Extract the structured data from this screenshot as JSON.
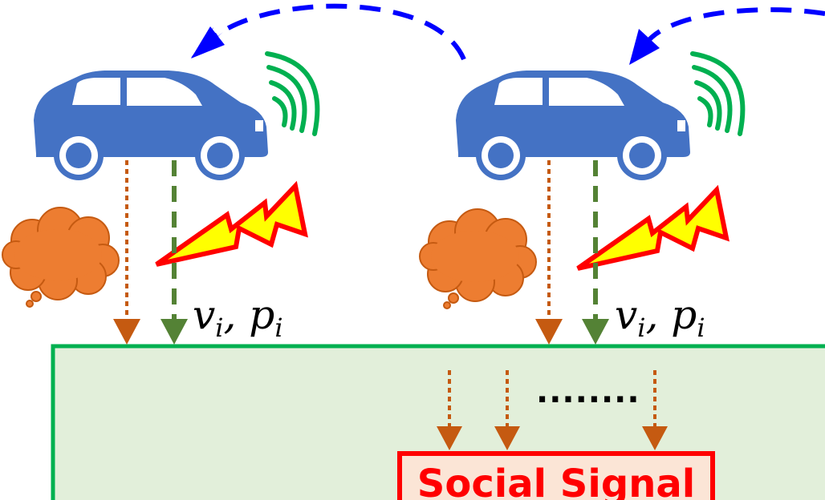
{
  "labels": {
    "vehicle_1_signal": "v_i, p_i",
    "vehicle_2_signal": "v_i, p_i",
    "ellipsis": "........",
    "social_signal": "Social Signal"
  },
  "formula_parts": {
    "v": "v",
    "p": "p",
    "i": "i",
    "comma": ","
  },
  "colors": {
    "car_body": "#4472c4",
    "wifi_waves": "#00b050",
    "thought_arrow": "#c55a11",
    "signal_arrow": "#548235",
    "relation_arrow": "#0000ff",
    "lightning_fill": "#ffff00",
    "lightning_stroke": "#ff0000",
    "cloud_fill": "#ed7d31",
    "panel_fill": "#e2efda",
    "panel_border": "#00b050",
    "social_box_fill": "#fbe5d6",
    "social_box_border": "#ff0000",
    "social_text": "#ff0000"
  },
  "icons": [
    "car-icon",
    "wifi-icon",
    "lightning-icon",
    "thought-cloud-icon"
  ]
}
